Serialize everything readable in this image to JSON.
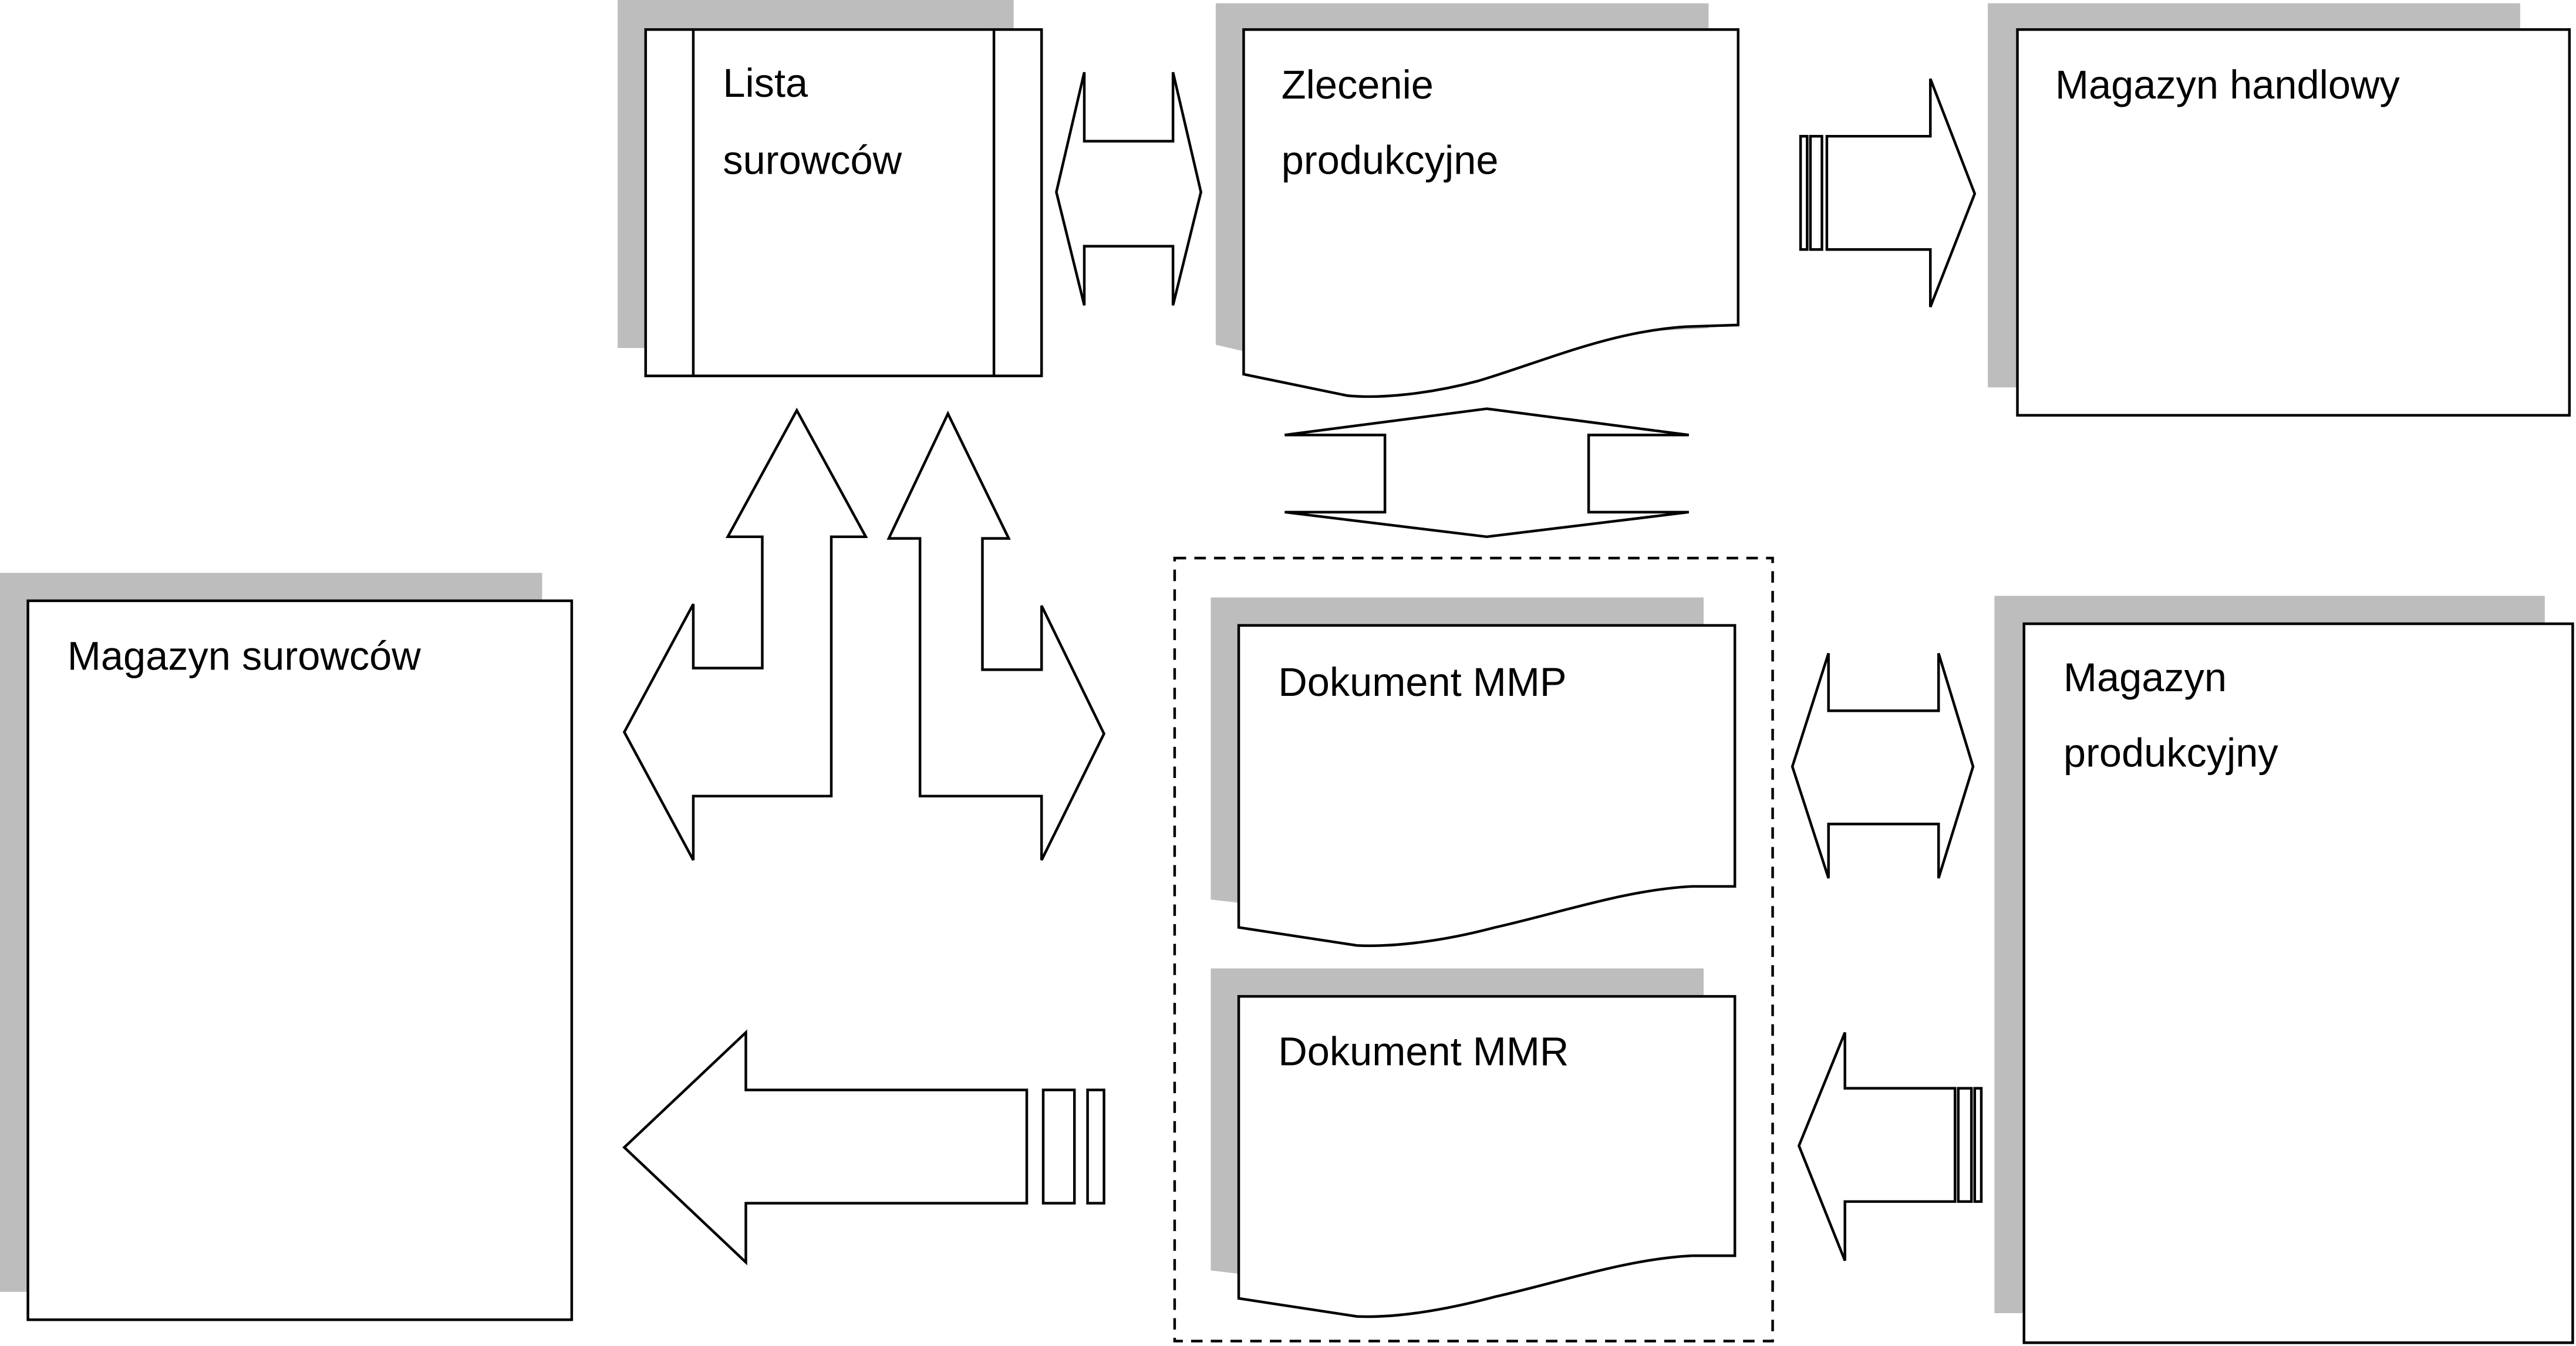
{
  "diagram": {
    "nodes": {
      "lista_surowcow": {
        "lines": [
          "Lista",
          "surowców"
        ],
        "shape": "predefined-process"
      },
      "zlecenie_produkcyjne": {
        "lines": [
          "Zlecenie",
          "produkcyjne"
        ],
        "shape": "document"
      },
      "magazyn_handlowy": {
        "lines": [
          "Magazyn handlowy"
        ],
        "shape": "rectangle"
      },
      "magazyn_surowcow": {
        "lines": [
          "Magazyn surowców"
        ],
        "shape": "rectangle"
      },
      "dokument_mmp": {
        "lines": [
          "Dokument MMP"
        ],
        "shape": "document"
      },
      "dokument_mmr": {
        "lines": [
          "Dokument MMR"
        ],
        "shape": "document"
      },
      "magazyn_produkcyjny": {
        "lines": [
          "Magazyn",
          "produkcyjny"
        ],
        "shape": "rectangle"
      }
    },
    "group": {
      "name": "documents-group",
      "members": [
        "dokument_mmp",
        "dokument_mmr"
      ],
      "style": "dashed"
    },
    "arrows": [
      {
        "from": "lista_surowcow",
        "to": "zlecenie_produkcyjne",
        "type": "double-headed"
      },
      {
        "from": "zlecenie_produkcyjne",
        "to": "magazyn_handlowy",
        "type": "striped-right"
      },
      {
        "from": "zlecenie_produkcyjne",
        "to": "documents-group",
        "type": "double-headed-vertical"
      },
      {
        "from": "magazyn_surowcow",
        "to": "lista_surowcow",
        "type": "bent-double-headed"
      },
      {
        "from": "lista_surowcow",
        "to": "documents-group",
        "type": "bent-double-headed"
      },
      {
        "from": "dokument_mmp",
        "to": "magazyn_produkcyjny",
        "type": "double-headed"
      },
      {
        "from": "dokument_mmr",
        "to": "magazyn_surowcow",
        "type": "striped-left"
      },
      {
        "from": "magazyn_produkcyjny",
        "to": "dokument_mmr",
        "type": "striped-left"
      }
    ],
    "colors": {
      "shadow": "#bdbdbd",
      "stroke": "#000000",
      "fill": "#ffffff"
    }
  }
}
